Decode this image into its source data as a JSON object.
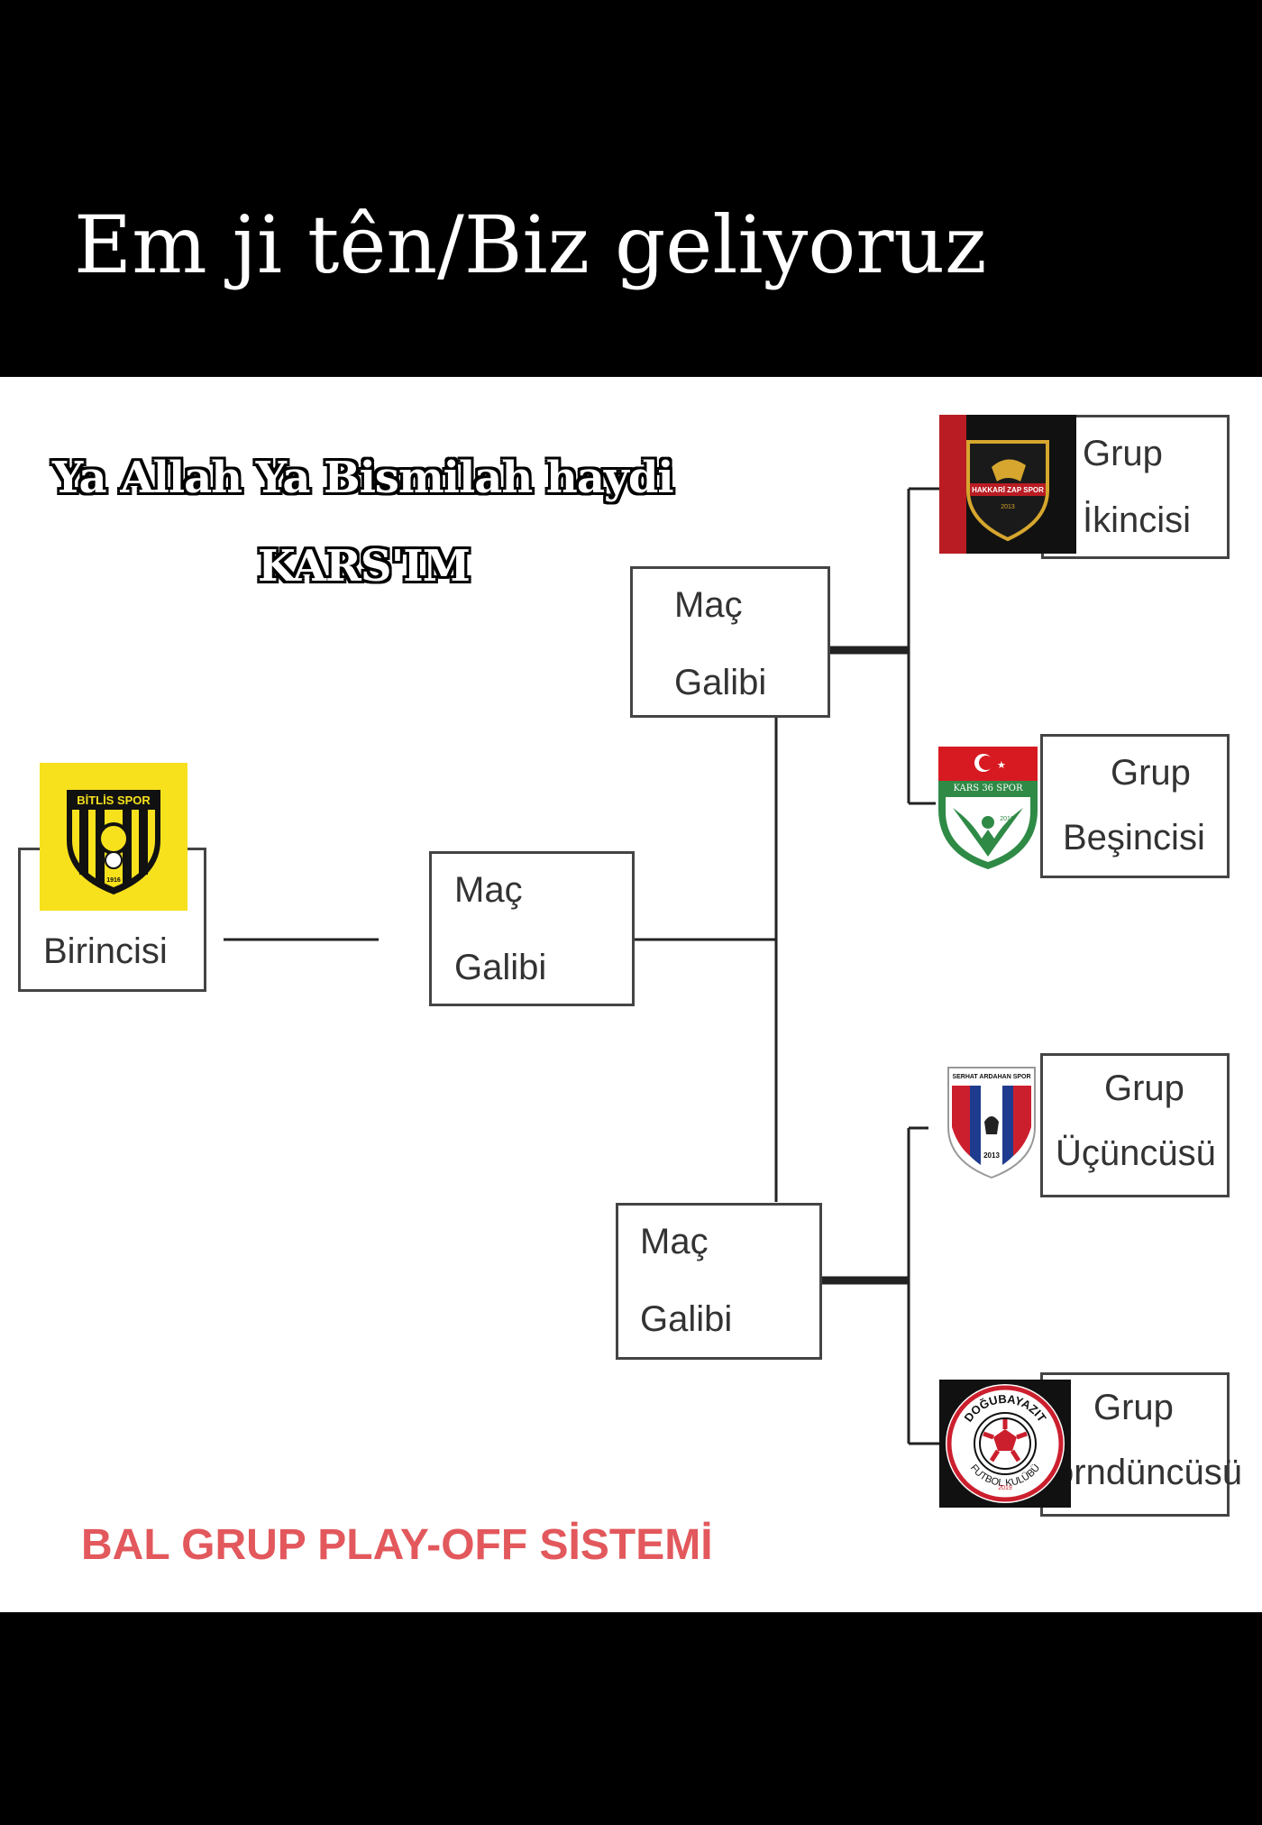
{
  "header": {
    "title": "Em ji tên/Biz geliyoruz"
  },
  "slogan": {
    "line1": "Ya Allah Ya Bismilah haydi",
    "line2": "KARS'IM"
  },
  "bracket": {
    "first_seed": {
      "label": "Birincisi",
      "logo_text": "BİTLİS SPOR",
      "logo_year": "1916"
    },
    "semi_final": {
      "line1": "Maç",
      "line2": "Galibi"
    },
    "upper_match": {
      "line1": "Maç",
      "line2": "Galibi"
    },
    "lower_match": {
      "line1": "Maç",
      "line2": "Galibi"
    },
    "seed_2": {
      "line1": "Grup",
      "line2": "İkincisi",
      "logo_text": "HAKKARİ ZAP SPOR",
      "logo_year": "2013"
    },
    "seed_5": {
      "line1": "Grup",
      "line2": "Beşincisi",
      "logo_text": "KARS 36 SPOR",
      "logo_year": "2016"
    },
    "seed_3": {
      "line1": "Grup",
      "line2": "Üçüncüsü",
      "logo_text": "SERHAT ARDAHAN SPOR",
      "logo_year": "2013"
    },
    "seed_4": {
      "line1": "Grup",
      "line2": "örndüncüsü",
      "logo_text_top": "DOĞUBAYAZIT",
      "logo_text_bottom": "FUTBOL KULÜBÜ",
      "logo_year": "2019"
    }
  },
  "footer": {
    "title": "BAL GRUP PLAY-OFF SİSTEMİ"
  },
  "colors": {
    "accent_red": "#e2585c",
    "bitlis_yellow": "#f7e11d",
    "kars_green": "#2f8a46",
    "ardahan_blue": "#1f3b8f",
    "ardahan_red": "#cc1f2e"
  }
}
